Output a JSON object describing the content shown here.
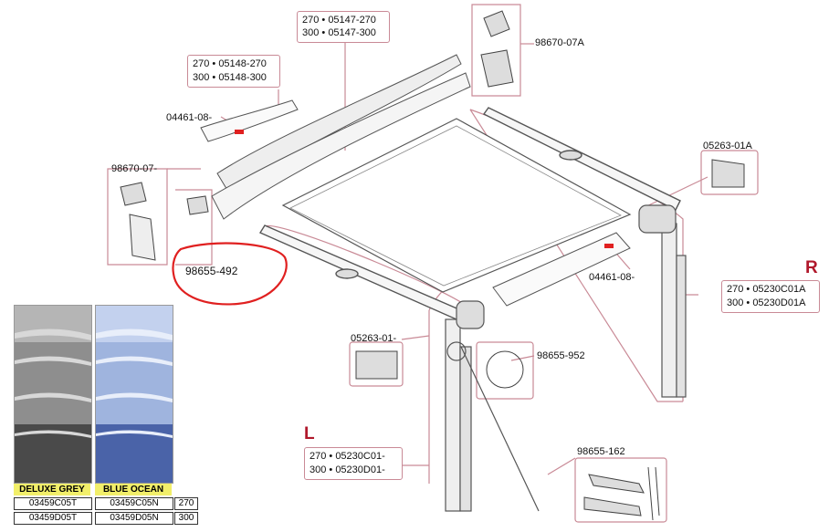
{
  "labels": {
    "roller_housing": [
      "270 • 05147-270",
      "300 • 05147-300"
    ],
    "front_rail": [
      "270 • 05148-270",
      "300 • 05148-300"
    ],
    "end_cap_top": "04461-08-",
    "bracket_set": "98670-07A",
    "left_bracket_kit": "98670-07-",
    "mid_clip": "98655-492",
    "joint_right": "05263-01A",
    "end_cap_mid": "04461-08-",
    "right_leg": [
      "270 • 05230C01A",
      "300 • 05230D01A"
    ],
    "joint_left": "05263-01-",
    "lock_knob": "98655-952",
    "left_leg": [
      "270 • 05230C01-",
      "300 • 05230D01-"
    ],
    "pegs_kit": "98655-162",
    "side_right": "R",
    "side_left": "L"
  },
  "fabrics": [
    {
      "name": "DELUXE GREY",
      "codes": [
        "03459C05T",
        "03459D05T"
      ],
      "base": "#8e8e8e",
      "dark": "#4a4a4a",
      "stripe": "#d8d8d8"
    },
    {
      "name": "BLUE OCEAN",
      "codes": [
        "03459C05N",
        "03459D05N"
      ],
      "base": "#9fb4de",
      "dark": "#4a63a8",
      "stripe": "#e8eefa"
    }
  ],
  "sizes": [
    "270",
    "300"
  ],
  "colors": {
    "frame": "#c98a96",
    "highlight": "#e02020",
    "part": "#555555"
  }
}
